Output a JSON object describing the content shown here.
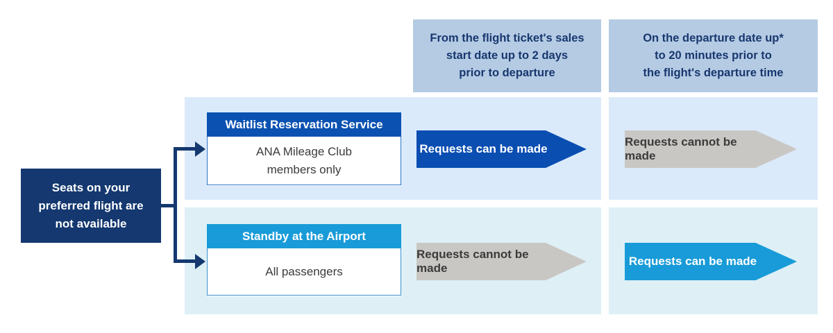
{
  "diagram": {
    "source": {
      "lines": [
        "Seats on your",
        "preferred flight are",
        "not available"
      ]
    },
    "columns": [
      {
        "lines": [
          "From the flight ticket's sales",
          "start date up to 2 days",
          "prior to departure"
        ]
      },
      {
        "lines": [
          "On the departure date up*",
          "to 20 minutes prior to",
          "the flight's departure time"
        ]
      }
    ],
    "rows": [
      {
        "service": "Waitlist Reservation Service",
        "eligibility_lines": [
          "ANA Mileage Club",
          "members only"
        ],
        "cells": [
          {
            "label": "Requests can be made",
            "status": "can"
          },
          {
            "label": "Requests cannot be made",
            "status": "cannot"
          }
        ]
      },
      {
        "service": "Standby at the Airport",
        "eligibility_lines": [
          "All passengers"
        ],
        "cells": [
          {
            "label": "Requests cannot be made",
            "status": "cannot"
          },
          {
            "label": "Requests can be made",
            "status": "can"
          }
        ]
      }
    ],
    "colors": {
      "navy": "#14386f",
      "primary_blue": "#0b51b1",
      "badge_blue": "#0a4eb2",
      "cyan": "#189bd8",
      "badge_gray": "#c9c7c4",
      "column_header_bg": "#b5cbe4",
      "row1_panel_bg": "#dbeafa",
      "row2_panel_bg": "#def0f6",
      "header_text": "#17376e",
      "dark_text": "#3b3b3b"
    }
  }
}
